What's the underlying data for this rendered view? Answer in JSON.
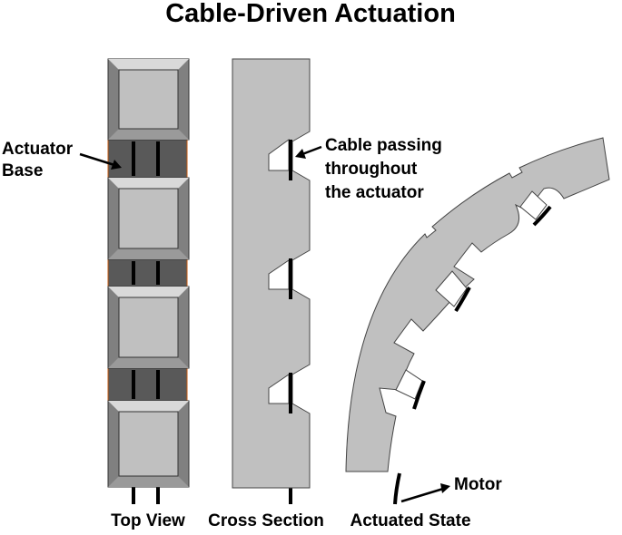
{
  "title": "Cable-Driven Actuation",
  "labels": {
    "top_view": "Top View",
    "cross_section": "Cross Section",
    "actuated_state": "Actuated State"
  },
  "callouts": {
    "actuator_base_line1": "Actuator",
    "actuator_base_line2": "Base",
    "cable_line1": "Cable passing",
    "cable_line2": "throughout",
    "cable_line3": "the actuator",
    "motor": "Motor"
  },
  "colors": {
    "actuator_fill": "#c0c0c0",
    "frame_dark": "#808080",
    "bevel_light": "#d9d9d9",
    "bevel_mid": "#9a9a9a",
    "base_dark": "#595959",
    "base_accent": "#c55a11",
    "cable": "#000000"
  }
}
